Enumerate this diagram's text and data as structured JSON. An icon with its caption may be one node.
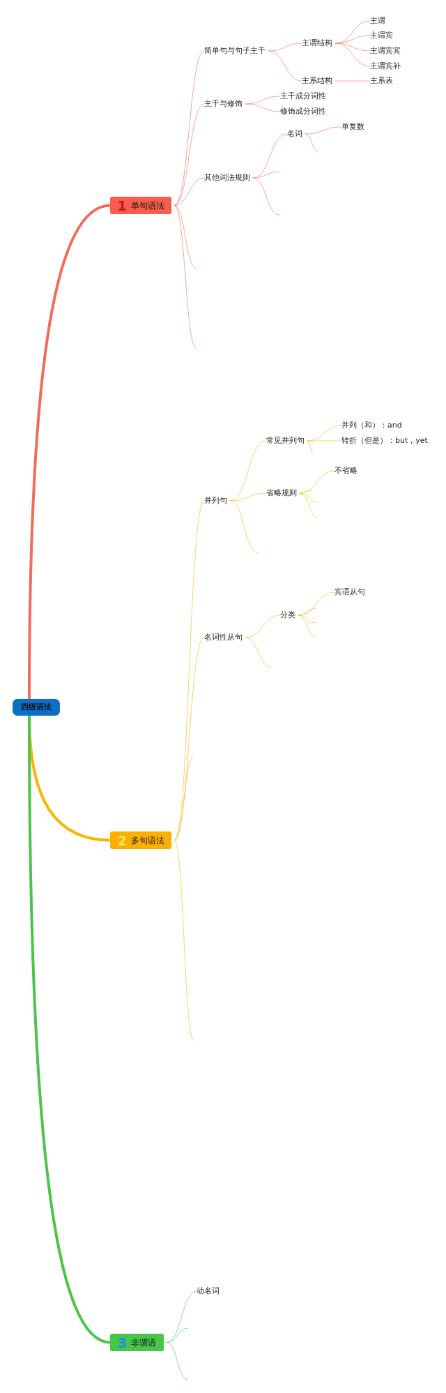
{
  "diagram": {
    "nodes": [
      {
        "text": [
          "四级语法"
        ]
      },
      {
        "text": [
          "1",
          "单句语法"
        ]
      },
      {
        "text": [
          "简单句与句子主干"
        ]
      },
      {
        "text": [
          "主谓结构"
        ]
      },
      {
        "text": [
          "主谓"
        ]
      },
      {
        "text": [
          "主谓宾"
        ]
      },
      {
        "text": [
          "主谓宾宾"
        ]
      },
      {
        "text": [
          "主谓宾补"
        ]
      },
      {
        "text": [
          "主系结构"
        ]
      },
      {
        "text": [
          "主系表"
        ]
      },
      {
        "text": [
          "主干与修饰"
        ]
      },
      {
        "text": [
          "主干成分词性"
        ]
      },
      {
        "text": [
          "修饰成分词性"
        ]
      },
      {
        "text": [
          "其他词法规则"
        ]
      },
      {
        "text": [
          "名词"
        ]
      },
      {
        "text": [
          "单复数"
        ]
      },
      {
        "text": [
          "2",
          "多句语法"
        ]
      },
      {
        "text": [
          "并列句"
        ]
      },
      {
        "text": [
          "常见并列句"
        ]
      },
      {
        "text": [
          "并列（和）：and"
        ]
      },
      {
        "text": [
          "转折（但是）：but，yet"
        ]
      },
      {
        "text": [
          "省略规则"
        ]
      },
      {
        "text": [
          "不省略"
        ]
      },
      {
        "text": [
          "名词性从句"
        ]
      },
      {
        "text": [
          "分类"
        ]
      },
      {
        "text": [
          "宾语从句"
        ]
      },
      {
        "text": [
          "3",
          "非谓语"
        ]
      },
      {
        "text": [
          "动名词"
        ]
      }
    ],
    "edges": [
      {
        "from": 0,
        "to": 1,
        "arrow": "none",
        "style": "thick",
        "color": "#f26b5b"
      },
      {
        "from": 0,
        "to": 16,
        "arrow": "none",
        "style": "thick",
        "color": "#fbb400"
      },
      {
        "from": 0,
        "to": 26,
        "arrow": "none",
        "style": "thick",
        "color": "#4cc44a"
      },
      {
        "from": 1,
        "to": 2,
        "arrow": "none",
        "color": "#f26b5b"
      },
      {
        "from": 2,
        "to": 3,
        "arrow": "none",
        "color": "#f26b5b"
      },
      {
        "from": 3,
        "to": 4,
        "arrow": "none",
        "color": "#f26b5b"
      },
      {
        "from": 3,
        "to": 5,
        "arrow": "none",
        "color": "#f26b5b"
      },
      {
        "from": 3,
        "to": 6,
        "arrow": "none",
        "color": "#f26b5b"
      },
      {
        "from": 3,
        "to": 7,
        "arrow": "none",
        "color": "#f26b5b"
      },
      {
        "from": 2,
        "to": 8,
        "arrow": "none",
        "color": "#f26b5b"
      },
      {
        "from": 8,
        "to": 9,
        "arrow": "none",
        "color": "#f26b5b"
      },
      {
        "from": 1,
        "to": 10,
        "arrow": "none",
        "color": "#f26b5b"
      },
      {
        "from": 10,
        "to": 11,
        "arrow": "none",
        "color": "#f26b5b"
      },
      {
        "from": 10,
        "to": 12,
        "arrow": "none",
        "color": "#f26b5b"
      },
      {
        "from": 1,
        "to": 13,
        "arrow": "none",
        "color": "#f26b5b"
      },
      {
        "from": 13,
        "to": 14,
        "arrow": "none",
        "color": "#f26b5b"
      },
      {
        "from": 14,
        "to": 15,
        "arrow": "none",
        "color": "#f26b5b"
      },
      {
        "from": 14,
        "to": null,
        "arrow": "none",
        "color": "#f26b5b"
      },
      {
        "from": 13,
        "to": null,
        "arrow": "none",
        "color": "#f26b5b"
      },
      {
        "from": 13,
        "to": null,
        "arrow": "none",
        "color": "#f26b5b"
      },
      {
        "from": 1,
        "to": null,
        "arrow": "none",
        "color": "#f26b5b"
      },
      {
        "from": 1,
        "to": null,
        "arrow": "none",
        "color": "#f26b5b"
      },
      {
        "from": 16,
        "to": 17,
        "arrow": "none",
        "color": "#fbb400"
      },
      {
        "from": 17,
        "to": 18,
        "arrow": "none",
        "color": "#fbb400"
      },
      {
        "from": 18,
        "to": 19,
        "arrow": "none",
        "color": "#fbb400"
      },
      {
        "from": 18,
        "to": 20,
        "arrow": "none",
        "color": "#fbb400"
      },
      {
        "from": 18,
        "to": null,
        "arrow": "none",
        "color": "#fbb400"
      },
      {
        "from": 17,
        "to": 21,
        "arrow": "none",
        "color": "#fbb400"
      },
      {
        "from": 21,
        "to": 22,
        "arrow": "none",
        "color": "#fbb400"
      },
      {
        "from": 21,
        "to": null,
        "arrow": "none",
        "color": "#fbb400"
      },
      {
        "from": 21,
        "to": null,
        "arrow": "none",
        "color": "#fbb400"
      },
      {
        "from": 21,
        "to": null,
        "arrow": "none",
        "color": "#fbb400"
      },
      {
        "from": 17,
        "to": null,
        "arrow": "none",
        "color": "#fbb400"
      },
      {
        "from": 16,
        "to": 23,
        "arrow": "none",
        "color": "#fbb400"
      },
      {
        "from": 23,
        "to": 24,
        "arrow": "none",
        "color": "#fbb400"
      },
      {
        "from": 24,
        "to": 25,
        "arrow": "none",
        "color": "#fbb400"
      },
      {
        "from": 24,
        "to": null,
        "arrow": "none",
        "color": "#fbb400"
      },
      {
        "from": 24,
        "to": null,
        "arrow": "none",
        "color": "#fbb400"
      },
      {
        "from": 24,
        "to": null,
        "arrow": "none",
        "color": "#fbb400"
      },
      {
        "from": 23,
        "to": null,
        "arrow": "none",
        "color": "#fbb400"
      },
      {
        "from": 16,
        "to": null,
        "arrow": "none",
        "color": "#fbb400"
      },
      {
        "from": 16,
        "to": null,
        "arrow": "none",
        "color": "#fbb400"
      },
      {
        "from": 26,
        "to": 27,
        "arrow": "none",
        "color": "#4cc44a"
      },
      {
        "from": 26,
        "to": null,
        "arrow": "none",
        "color": "#4cc44a"
      },
      {
        "from": 26,
        "to": null,
        "arrow": "none",
        "color": "#4cc44a"
      }
    ]
  }
}
